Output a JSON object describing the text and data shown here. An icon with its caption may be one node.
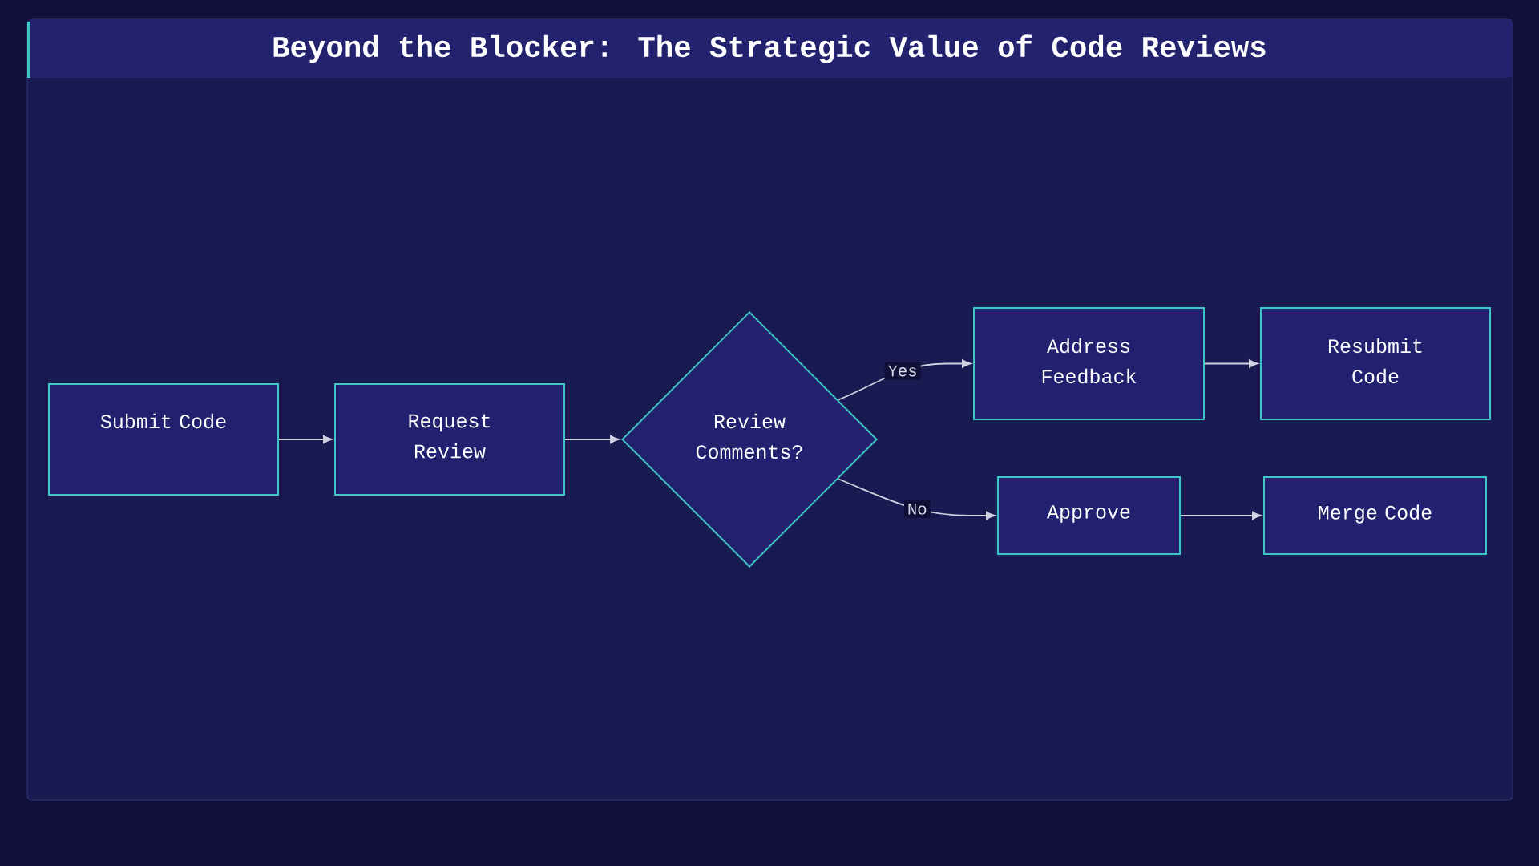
{
  "diagram": {
    "title": "Beyond the Blocker: The Strategic Value of Code Reviews",
    "nodes": [
      {
        "text": [
          "Submit Code"
        ]
      },
      {
        "text": [
          "Request Review"
        ]
      },
      {
        "text": [
          "Review Comments?"
        ]
      },
      {
        "text": [
          "Address Feedback"
        ]
      },
      {
        "text": [
          "Resubmit Code"
        ]
      },
      {
        "text": [
          "Approve"
        ]
      },
      {
        "text": [
          "Merge Code"
        ]
      }
    ],
    "edges": [
      {
        "from": 0,
        "to": 1,
        "arrow": "to"
      },
      {
        "from": 1,
        "to": 2,
        "arrow": "to"
      },
      {
        "from": 2,
        "to": 3,
        "arrow": "to",
        "label": "Yes"
      },
      {
        "from": 3,
        "to": 4,
        "arrow": "to"
      },
      {
        "from": 2,
        "to": 5,
        "arrow": "to",
        "label": "No"
      },
      {
        "from": 5,
        "to": 6,
        "arrow": "to"
      }
    ]
  }
}
